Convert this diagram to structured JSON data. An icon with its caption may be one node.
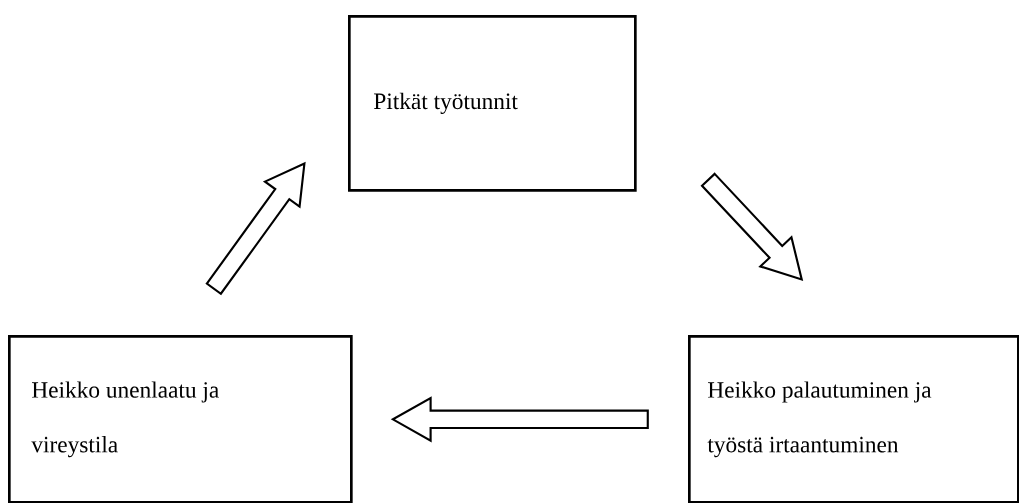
{
  "diagram": {
    "nodes": [
      {
        "text": [
          "Pitkät työtunnit"
        ]
      },
      {
        "text": [
          "Heikko palautuminen ja työstä irtaantuminen"
        ]
      },
      {
        "text": [
          "Heikko unenlaatu ja vireystila"
        ]
      }
    ],
    "edges": [
      {
        "from": 0,
        "to": 1,
        "arrow": "to"
      },
      {
        "from": 1,
        "to": 2,
        "arrow": "to"
      },
      {
        "from": 2,
        "to": 0,
        "arrow": "to"
      }
    ]
  }
}
